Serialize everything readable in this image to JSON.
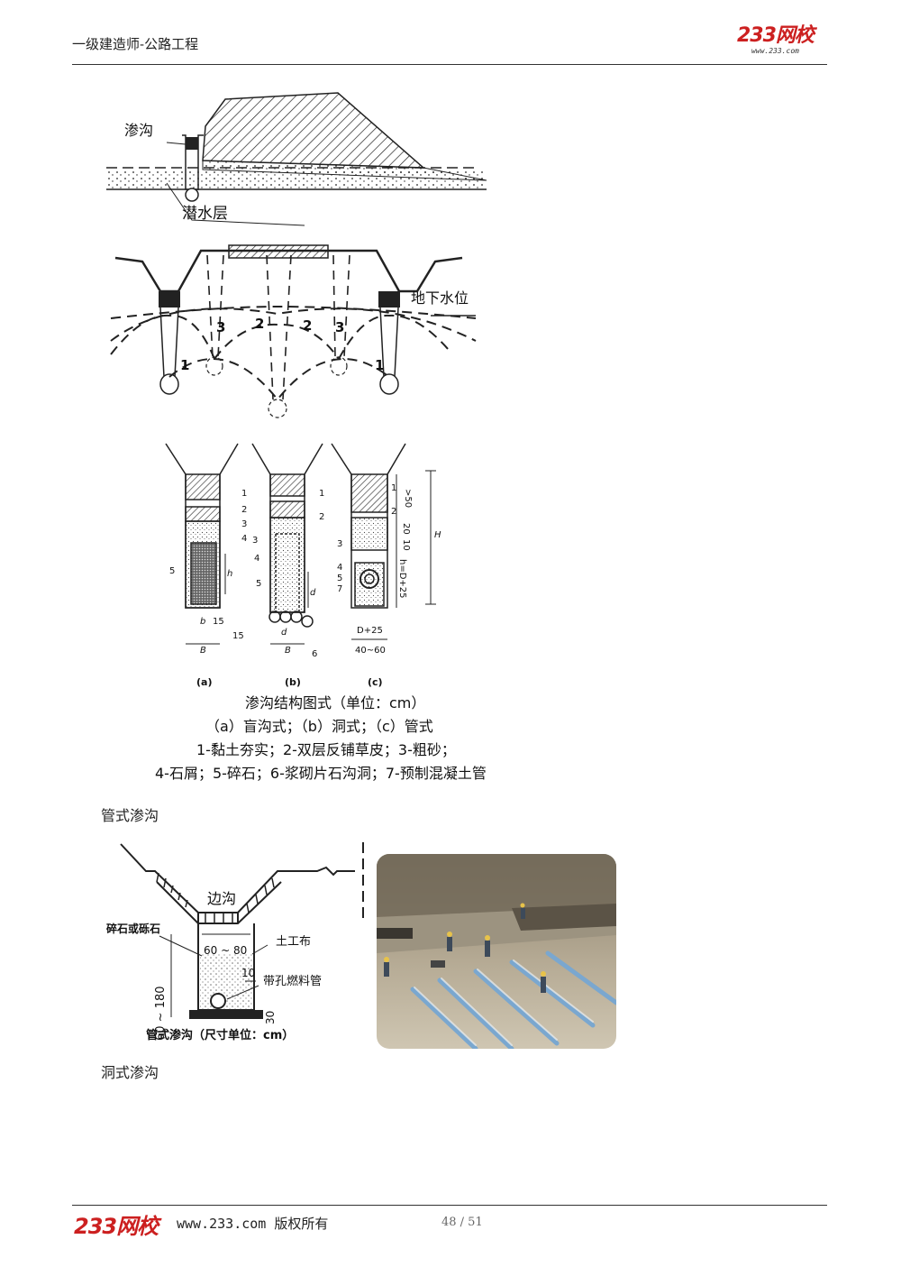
{
  "header": {
    "title": "一级建造师-公路工程",
    "logo_text": "233网校",
    "logo_url": "www.233.com"
  },
  "figure1": {
    "label_seepage": "渗沟",
    "label_phreatic": "潜水层"
  },
  "figure2": {
    "label_groundwater": "地下水位",
    "labels": [
      "1",
      "3",
      "2",
      "2",
      "3",
      "1"
    ]
  },
  "figure3": {
    "panels": [
      "(a)",
      "(b)",
      "(c)"
    ],
    "dims": {
      "a": [
        "1",
        "2",
        "3",
        "4",
        "5",
        "h",
        "b",
        "15",
        "B",
        "15"
      ],
      "b": [
        "1",
        "2",
        "3",
        "4",
        "5",
        "d",
        "d",
        "B",
        "6"
      ],
      "c": [
        "1",
        "2",
        "3",
        "4",
        "5",
        "7",
        ">50",
        "20",
        "10",
        "h=D+25",
        "D+25",
        "40~60",
        "H"
      ]
    },
    "caption": {
      "line1": "渗沟结构图式（单位：cm）",
      "line2": "（a）盲沟式；（b）洞式；（c）管式",
      "line3": "1-黏土夯实；2-双层反铺草皮；3-粗砂；",
      "line4": "4-石屑；5-碎石；6-浆砌片石沟洞；7-预制混凝土管"
    }
  },
  "section1": "管式渗沟",
  "figure4": {
    "label_sidedrain": "边沟",
    "label_gravel": "碎石或砾石",
    "label_geotextile": "土工布",
    "label_pipe": "带孔燃料管",
    "dim_width": "60 ~ 80",
    "dim_depth": "60 ~ 180",
    "dim_10": "10",
    "dim_30": "30",
    "caption": "管式渗沟（尺寸单位：cm）"
  },
  "section2": "洞式渗沟",
  "footer": {
    "logo_text": "233网校",
    "url_text": "www.233.com 版权所有",
    "page": "48 / 51"
  },
  "colors": {
    "brand": "#cc2020",
    "hatch": "#222222",
    "sky": "#9fb8cf"
  }
}
